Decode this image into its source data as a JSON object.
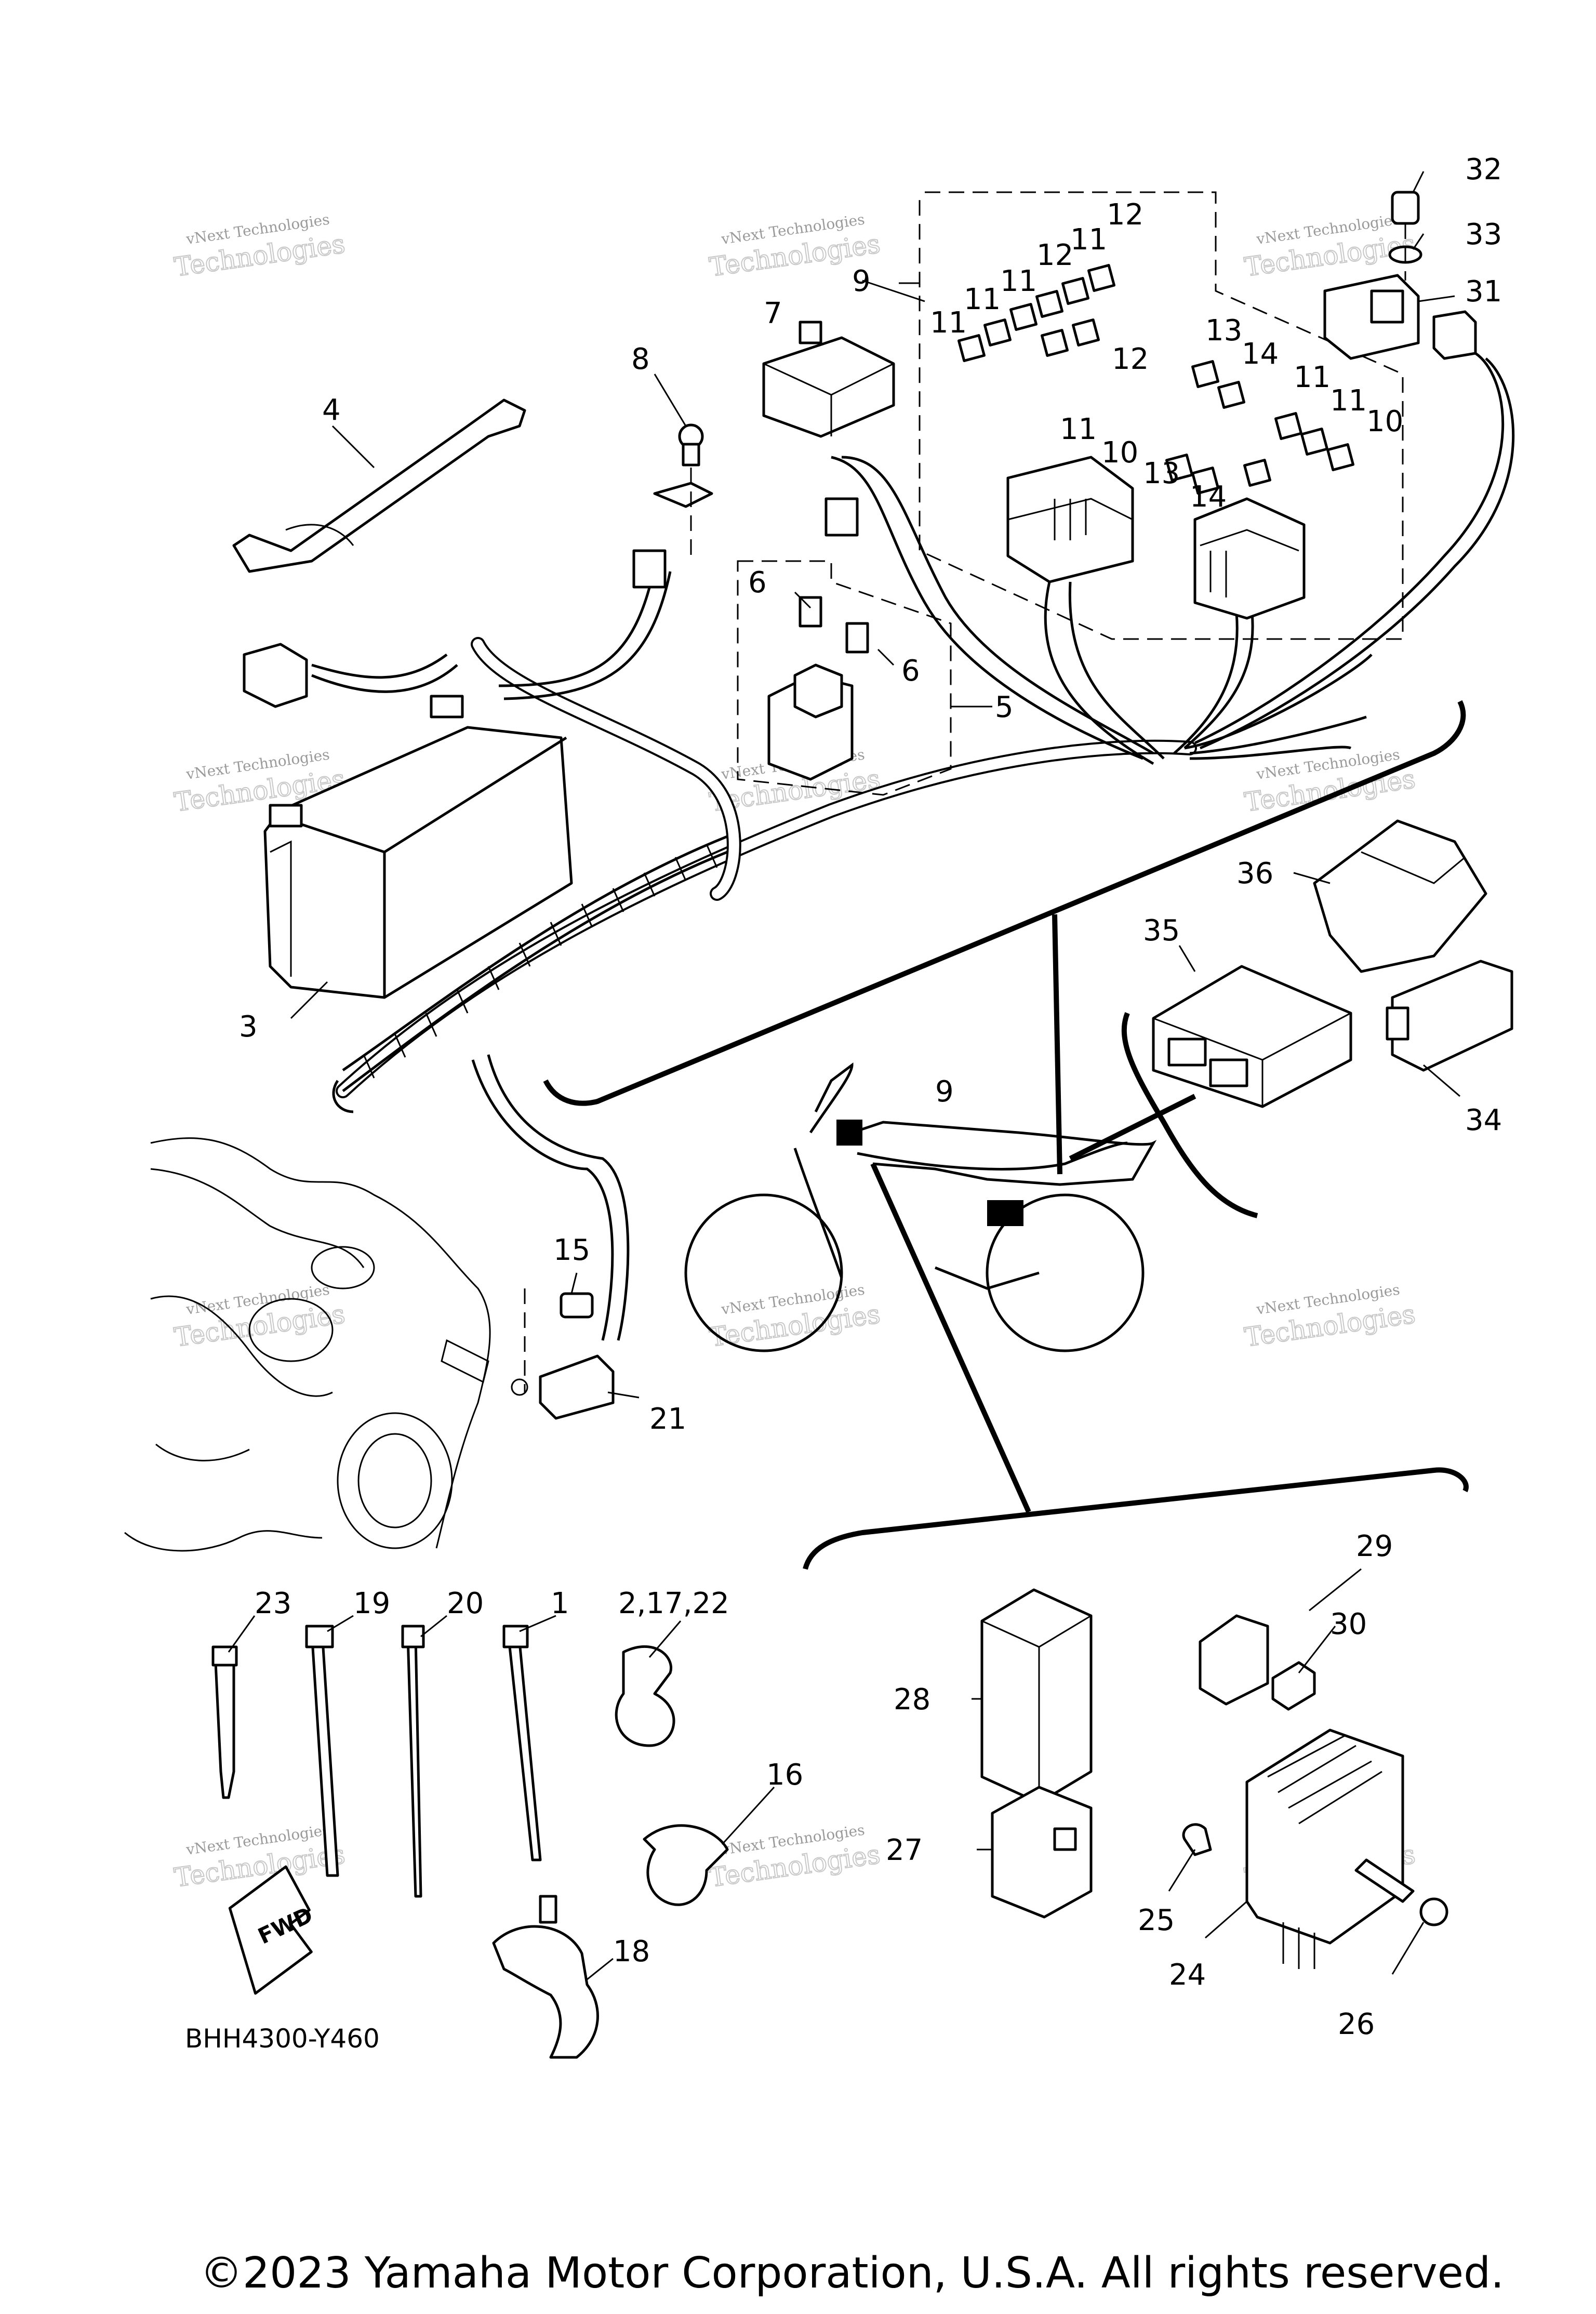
{
  "diagram_code": "BHH4300-Y460",
  "copyright": "©2023 Yamaha Motor Corporation, U.S.A. All rights reserved.",
  "fwd_label": "FWD",
  "watermark": {
    "line1": "vNext Technologies",
    "line2": "Technologies"
  },
  "callouts": [
    {
      "id": "32",
      "text": "32"
    },
    {
      "id": "33",
      "text": "33"
    },
    {
      "id": "31",
      "text": "31"
    },
    {
      "id": "12a",
      "text": "12"
    },
    {
      "id": "11a",
      "text": "11"
    },
    {
      "id": "12b",
      "text": "12"
    },
    {
      "id": "11b",
      "text": "11"
    },
    {
      "id": "11c",
      "text": "11"
    },
    {
      "id": "9a",
      "text": "9"
    },
    {
      "id": "7",
      "text": "7"
    },
    {
      "id": "11d",
      "text": "11"
    },
    {
      "id": "13a",
      "text": "13"
    },
    {
      "id": "14a",
      "text": "14"
    },
    {
      "id": "11e",
      "text": "11"
    },
    {
      "id": "11f",
      "text": "11"
    },
    {
      "id": "12c",
      "text": "12"
    },
    {
      "id": "11g",
      "text": "11"
    },
    {
      "id": "10a",
      "text": "10"
    },
    {
      "id": "10b",
      "text": "10"
    },
    {
      "id": "13b",
      "text": "13"
    },
    {
      "id": "14b",
      "text": "14"
    },
    {
      "id": "4",
      "text": "4"
    },
    {
      "id": "8",
      "text": "8"
    },
    {
      "id": "6a",
      "text": "6"
    },
    {
      "id": "6b",
      "text": "6"
    },
    {
      "id": "5",
      "text": "5"
    },
    {
      "id": "3",
      "text": "3"
    },
    {
      "id": "36",
      "text": "36"
    },
    {
      "id": "35",
      "text": "35"
    },
    {
      "id": "34",
      "text": "34"
    },
    {
      "id": "9b",
      "text": "9"
    },
    {
      "id": "15",
      "text": "15"
    },
    {
      "id": "21",
      "text": "21"
    },
    {
      "id": "29",
      "text": "29"
    },
    {
      "id": "30",
      "text": "30"
    },
    {
      "id": "23",
      "text": "23"
    },
    {
      "id": "19",
      "text": "19"
    },
    {
      "id": "20",
      "text": "20"
    },
    {
      "id": "1",
      "text": "1"
    },
    {
      "id": "2-17-22",
      "text": "2,17,22"
    },
    {
      "id": "28",
      "text": "28"
    },
    {
      "id": "16",
      "text": "16"
    },
    {
      "id": "27",
      "text": "27"
    },
    {
      "id": "25",
      "text": "25"
    },
    {
      "id": "24",
      "text": "24"
    },
    {
      "id": "26",
      "text": "26"
    },
    {
      "id": "18",
      "text": "18"
    }
  ]
}
